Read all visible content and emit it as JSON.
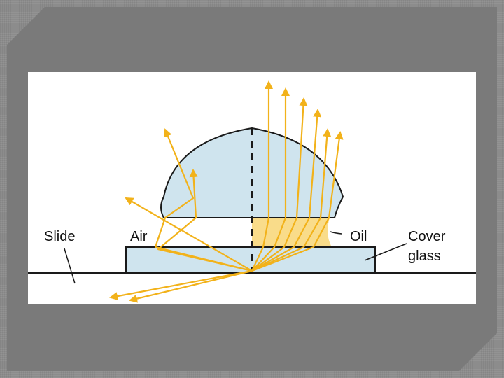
{
  "labels": {
    "slide": "Slide",
    "air": "Air",
    "oil": "Oil",
    "cover_glass_line1": "Cover",
    "cover_glass_line2": "glass"
  },
  "colors": {
    "background": "#8c8c8c",
    "frame": "#7a7a7a",
    "panel": "#ffffff",
    "glass_fill": "#cfe4ee",
    "oil_fill": "#f9dc8a",
    "ray": "#f2b21a",
    "outline": "#1a1a1a"
  },
  "icons": {
    "ray_arrowhead": "arrowhead"
  }
}
